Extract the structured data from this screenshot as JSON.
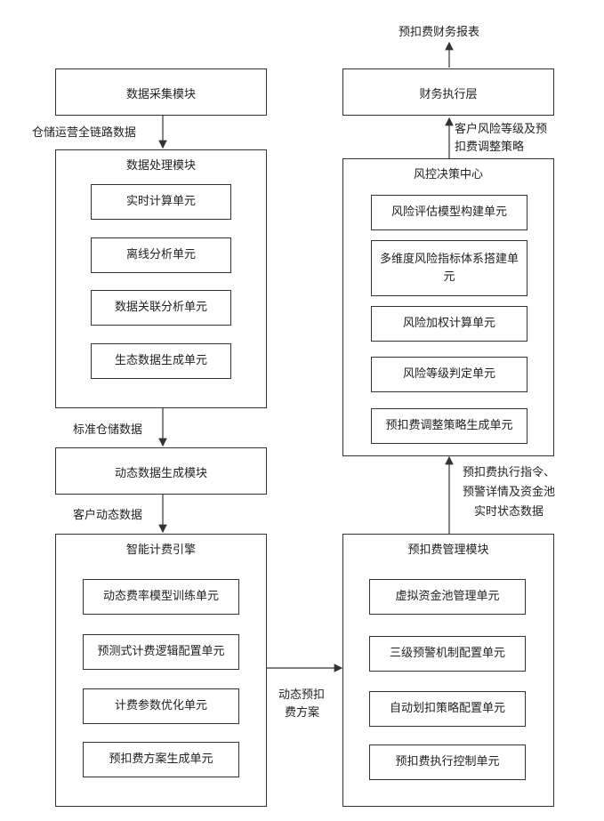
{
  "top_output": "预扣费财务报表",
  "finance_exec": {
    "title": "财务执行层"
  },
  "risk_center": {
    "title": "风控决策中心",
    "units": [
      "风险评估模型构建单元",
      "多维度风险指标体系搭建单元",
      "风险加权计算单元",
      "风险等级判定单元",
      "预扣费调整策略生成单元"
    ]
  },
  "prepay_mgmt": {
    "title": "预扣费管理模块",
    "units": [
      "虚拟资金池管理单元",
      "三级预警机制配置单元",
      "自动划扣策略配置单元",
      "预扣费执行控制单元"
    ]
  },
  "data_collect": {
    "title": "数据采集模块"
  },
  "data_process": {
    "title": "数据处理模块",
    "units": [
      "实时计算单元",
      "离线分析单元",
      "数据关联分析单元",
      "生态数据生成单元"
    ]
  },
  "dynamic_data": {
    "title": "动态数据生成模块"
  },
  "billing_engine": {
    "title": "智能计费引擎",
    "units": [
      "动态费率模型训练单元",
      "预测式计费逻辑配置单元",
      "计费参数优化单元",
      "预扣费方案生成单元"
    ]
  },
  "labels": {
    "collect_to_process": "仓储运营全链路数据",
    "process_to_dynamic": "标准仓储数据",
    "dynamic_to_engine": "客户动态数据",
    "engine_to_prepay": [
      "动态预扣",
      "费方案"
    ],
    "prepay_to_risk": [
      "预扣费执行指令、",
      "预警详情及资金池",
      "实时状态数据"
    ],
    "risk_to_finance": [
      "客户风险等级及预",
      "扣费调整策略"
    ]
  }
}
